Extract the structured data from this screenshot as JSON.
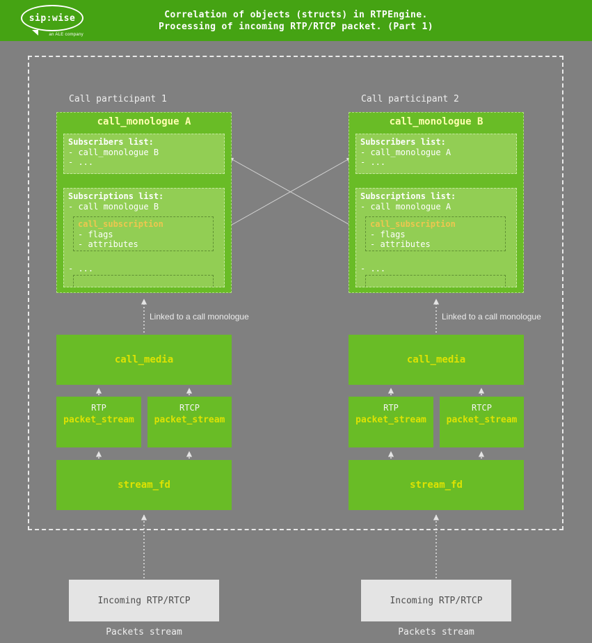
{
  "header": {
    "logo_text": "sip:wise",
    "logo_subtext": "an ALE company",
    "title_line1": "Correlation of objects (structs) in RTPEngine.",
    "title_line2": "Processing of incoming RTP/RTCP packet. (Part 1)"
  },
  "colors": {
    "background": "#808080",
    "header_green": "#45a313",
    "box_green": "#69bc26",
    "inner_box_green": "#92ce54",
    "struct_label_yellow": "#dde203",
    "monologue_title_yellow": "#ffffb0",
    "subscription_title_orange": "#edc64f",
    "incoming_box_gray": "#e4e4e4",
    "text_white": "#ffffff"
  },
  "participants": [
    {
      "label": "Call participant 1",
      "monologue_title": "call_monologue A",
      "subscribers_title": "Subscribers list:",
      "subscribers_item1": "- call_monologue B",
      "subscribers_item2": "- ...",
      "subscriptions_title": "Subscriptions list:",
      "subscriptions_item": "- call monologue B",
      "subscription_title": "call_subscription",
      "subscription_item1": "- flags",
      "subscription_item2": "- attributes",
      "subscriptions_more": "- ...",
      "linked_label": "Linked to a call monologue",
      "media_label": "call_media",
      "stream1_protocol": "RTP",
      "stream1_label": "packet_stream",
      "stream2_protocol": "RTCP",
      "stream2_label": "packet_stream",
      "fd_label": "stream_fd",
      "incoming_label": "Incoming RTP/RTCP",
      "packets_label": "Packets stream"
    },
    {
      "label": "Call participant 2",
      "monologue_title": "call_monologue B",
      "subscribers_title": "Subscribers list:",
      "subscribers_item1": "- call_monologue A",
      "subscribers_item2": "- ...",
      "subscriptions_title": "Subscriptions list:",
      "subscriptions_item": "- call monologue A",
      "subscription_title": "call_subscription",
      "subscription_item1": "- flags",
      "subscription_item2": "- attributes",
      "subscriptions_more": "- ...",
      "linked_label": "Linked to a call monologue",
      "media_label": "call_media",
      "stream1_protocol": "RTP",
      "stream1_label": "packet_stream",
      "stream2_protocol": "RTCP",
      "stream2_label": "packet_stream",
      "fd_label": "stream_fd",
      "incoming_label": "Incoming RTP/RTCP",
      "packets_label": "Packets stream"
    }
  ]
}
